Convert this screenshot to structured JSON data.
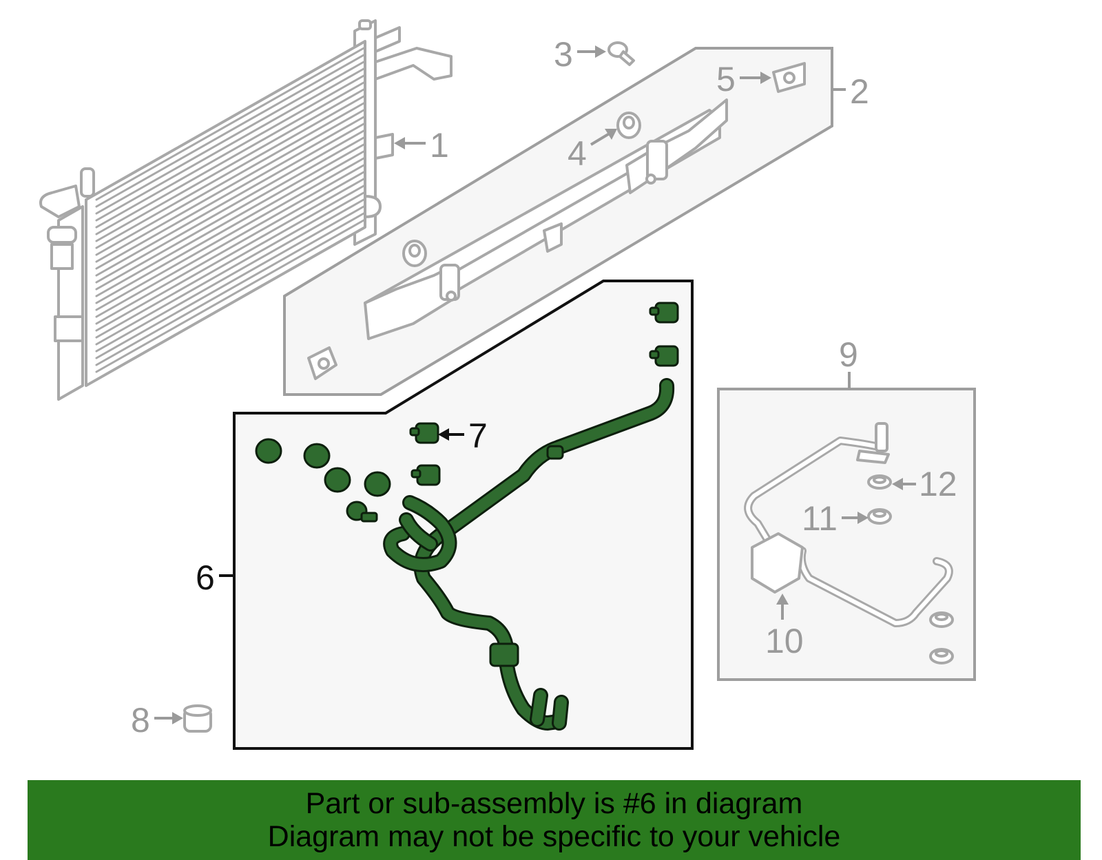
{
  "diagram": {
    "callouts": {
      "c1": "1",
      "c2": "2",
      "c3": "3",
      "c4": "4",
      "c5": "5",
      "c6": "6",
      "c7": "7",
      "c8": "8",
      "c9": "9",
      "c10": "10",
      "c11": "11",
      "c12": "12"
    },
    "highlight_color": "#2f6b2f",
    "outline_color": "#a8a8a8"
  },
  "banner": {
    "line1": "Part or sub-assembly is #6 in diagram",
    "line2": "Diagram may not be specific to your vehicle",
    "background": "#2a7a1e"
  }
}
